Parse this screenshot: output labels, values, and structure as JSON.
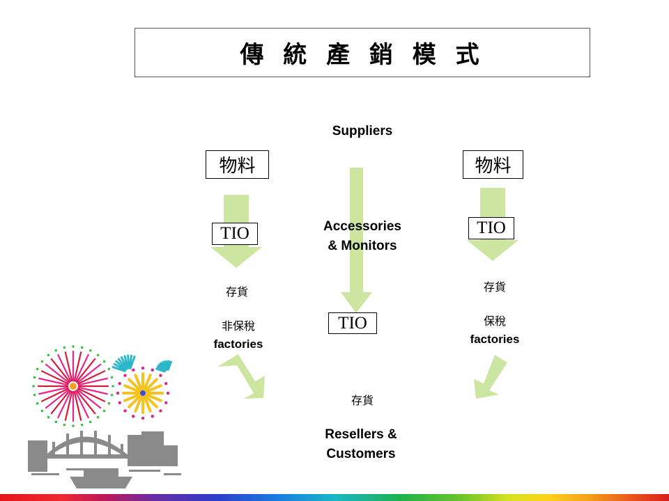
{
  "title": "傳 統 產 銷 模 式",
  "diagram": {
    "suppliers_label": "Suppliers",
    "left_material": "物料",
    "right_material": "物料",
    "tio_left": "TIO",
    "tio_center": "TIO",
    "tio_right": "TIO",
    "accessories_line1": "Accessories",
    "accessories_line2": "& Monitors",
    "left_inventory": "存貨",
    "left_factory_cjk": "非保稅",
    "left_factory_en": "factories",
    "right_inventory": "存貨",
    "right_factory_cjk": "保稅",
    "right_factory_en": "factories",
    "center_inventory": "存貨",
    "resellers_line1": "Resellers &",
    "resellers_line2": "Customers"
  },
  "colors": {
    "arrow": "#cce6a1",
    "border": "#000000",
    "rainbow_start": "#e4151b",
    "rainbow_end": "#d91c1c"
  },
  "decorations": [
    "fireworks-clipart",
    "bridge-clipart",
    "boat-clipart"
  ]
}
